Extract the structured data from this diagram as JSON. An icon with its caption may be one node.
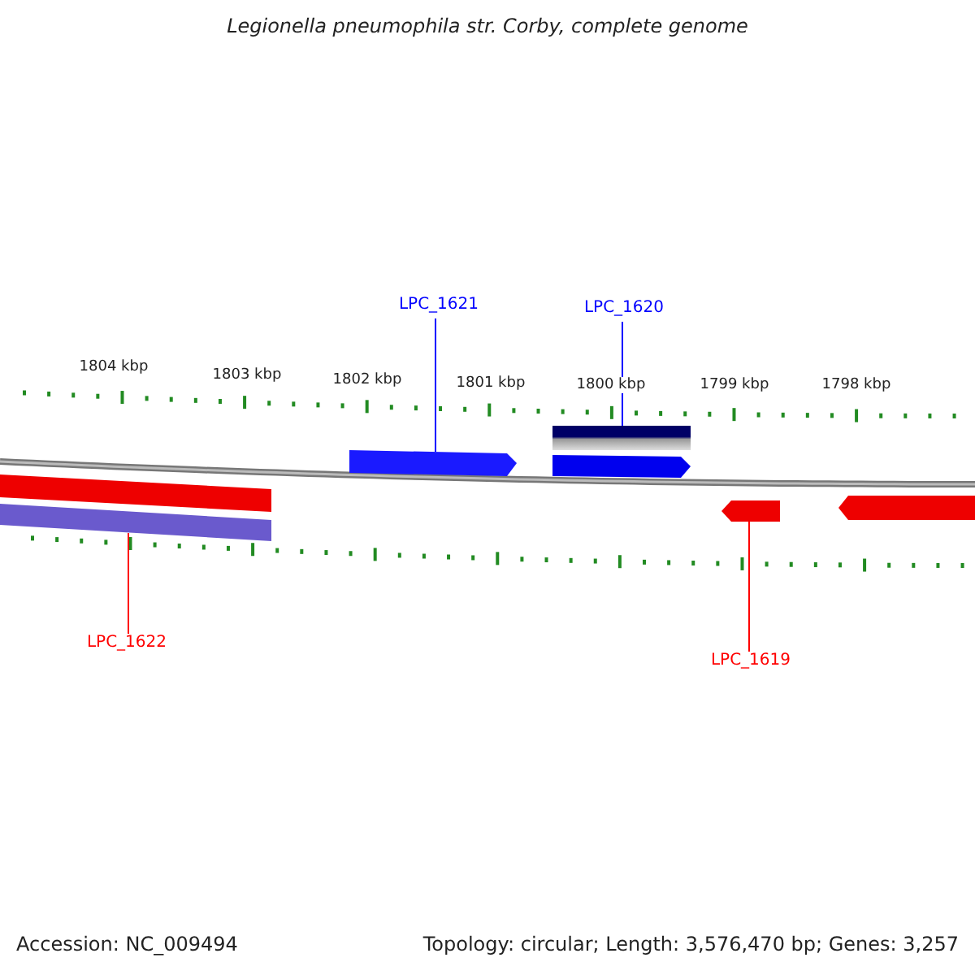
{
  "diagram": {
    "title": "Legionella pneumophila str. Corby, complete genome",
    "nodes": [
      {
        "text": [
          "LPC_1621"
        ]
      },
      {
        "text": [],
        "shape": "arrow"
      },
      {
        "text": [
          "LPC_1620"
        ]
      },
      {
        "text": [],
        "shape": "bar"
      },
      {
        "text": [
          "LPC_1622"
        ]
      },
      {
        "text": [],
        "shape": "bar"
      },
      {
        "text": [
          "LPC_1619"
        ]
      },
      {
        "text": [],
        "shape": "arrow"
      },
      {
        "text": [],
        "shape": "arrow"
      },
      {
        "text": [],
        "shape": "bar"
      },
      {
        "text": [],
        "shape": "arrow"
      }
    ],
    "edges": [
      {
        "from": 0,
        "to": 1,
        "arrow": "none",
        "color": "#0000ff"
      },
      {
        "from": 2,
        "to": 3,
        "arrow": "none",
        "color": "#0000ff"
      },
      {
        "from": 4,
        "to": 5,
        "arrow": "none",
        "color": "#ff0000"
      },
      {
        "from": 6,
        "to": 7,
        "arrow": "none",
        "color": "#ff0000"
      }
    ],
    "labels": [
      "1804 kbp",
      "1803 kbp",
      "1802 kbp",
      "1801 kbp",
      "1800 kbp",
      "1799 kbp",
      "1798 kbp",
      "Accession: NC_009494",
      "Topology: circular; Length: 3,576,470 bp; Genes: 3,257"
    ]
  }
}
